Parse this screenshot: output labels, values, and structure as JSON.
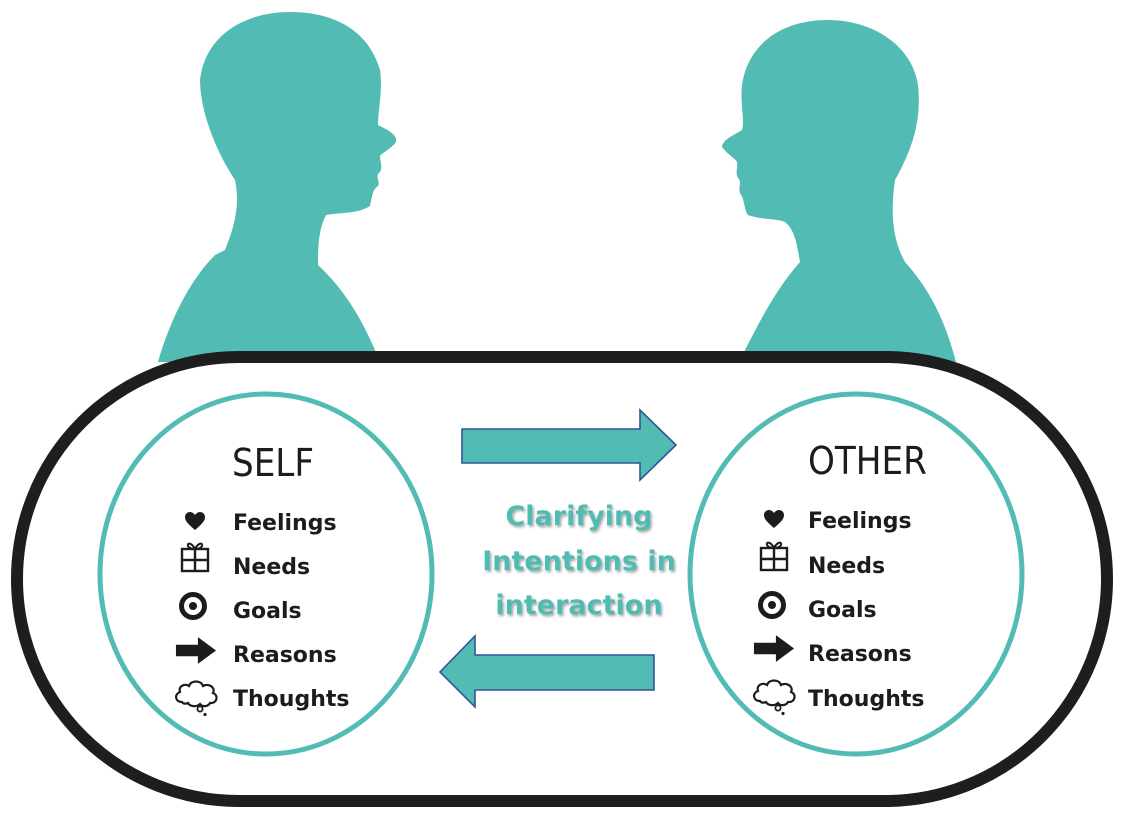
{
  "colors": {
    "teal": "#52bcb4",
    "arrow_outline": "#2f5597",
    "frame": "#1f1e1e",
    "text": "#1c1c1c",
    "center_text": "#4fbbb2"
  },
  "figures": {
    "left": {
      "label": "self-silhouette",
      "facing": "right"
    },
    "right": {
      "label": "other-silhouette",
      "facing": "left"
    }
  },
  "self": {
    "title": "SELF",
    "items": [
      {
        "icon": "heart-icon",
        "label": "Feelings"
      },
      {
        "icon": "gift-icon",
        "label": "Needs"
      },
      {
        "icon": "target-icon",
        "label": "Goals"
      },
      {
        "icon": "arrow-right-icon",
        "label": "Reasons"
      },
      {
        "icon": "thought-cloud-icon",
        "label": "Thoughts"
      }
    ]
  },
  "other": {
    "title": "OTHER",
    "items": [
      {
        "icon": "heart-icon",
        "label": "Feelings"
      },
      {
        "icon": "gift-icon",
        "label": "Needs"
      },
      {
        "icon": "target-icon",
        "label": "Goals"
      },
      {
        "icon": "arrow-right-icon",
        "label": "Reasons"
      },
      {
        "icon": "thought-cloud-icon",
        "label": "Thoughts"
      }
    ]
  },
  "center": {
    "lines": [
      "Clarifying",
      "Intentions in",
      "interaction"
    ],
    "arrow_top_direction": "right",
    "arrow_bottom_direction": "left"
  }
}
